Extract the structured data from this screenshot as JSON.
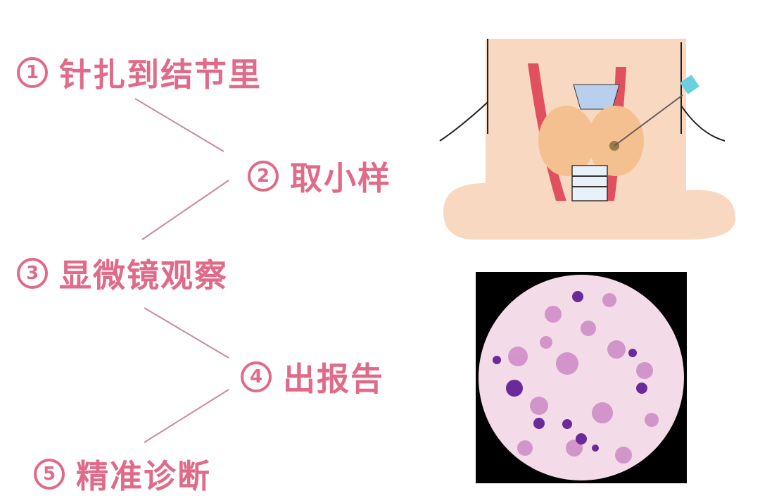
{
  "steps": [
    {
      "num": "1",
      "label": "针扎到结节里"
    },
    {
      "num": "2",
      "label": "取小样"
    },
    {
      "num": "3",
      "label": "显微镜观察"
    },
    {
      "num": "4",
      "label": "出报告"
    },
    {
      "num": "5",
      "label": "精准诊断"
    }
  ],
  "colors": {
    "accent": "#e06a88",
    "connector": "#c98a9a"
  },
  "illustrations": {
    "top": "thyroid-fine-needle-aspiration",
    "bottom": "microscope-cell-smear"
  }
}
